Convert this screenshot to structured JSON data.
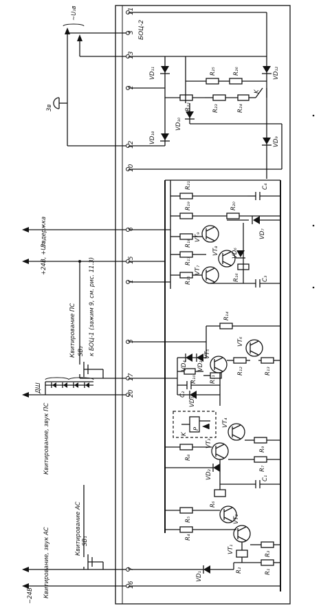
{
  "block_label": "БОЦ-2",
  "terminals": [
    "11",
    "3",
    "13",
    "2",
    "12",
    "10",
    "6",
    "15",
    "1",
    "5",
    "17",
    "20",
    "7",
    "16"
  ],
  "signals": {
    "delay": "Задержка",
    "supply_pos": "+24В, +Uп",
    "supply_neg": "−24В",
    "ack_ps": "Квитирование ПС",
    "ack_sound_ps": "Квитирование, звук ПС",
    "ack_as": "Квитирование АС",
    "ack_sound_as": "Квитирование, звук АС",
    "ref_note": "к БОЦ-1 (зажим 9, см. рис. 11.3)",
    "u_out": "~U₃в",
    "buzzer": "3в",
    "dsh": "ДШ"
  },
  "components": {
    "resistors": [
      "R1",
      "R2",
      "R3",
      "R4",
      "R5",
      "R6",
      "R7",
      "R8",
      "R9",
      "R10",
      "R11",
      "R12",
      "R13",
      "R14",
      "R15",
      "R16",
      "R17",
      "R18",
      "R19",
      "R20",
      "R21",
      "R22",
      "R23",
      "R24",
      "R25",
      "R26"
    ],
    "transistors": [
      "VT1",
      "VT2",
      "VT3",
      "VT4",
      "VT5",
      "VT6",
      "VT7",
      "VT8",
      "VT9"
    ],
    "diodes": [
      "VD1",
      "VD2",
      "VD3",
      "VD4",
      "VD5",
      "VD6",
      "VD7",
      "VD8",
      "VD9",
      "VD10",
      "VD11",
      "VD12"
    ],
    "capacitors": [
      "C1",
      "C2",
      "C3",
      "C4"
    ],
    "relay": [
      "K",
      "P"
    ],
    "switches": [
      "SB1",
      "SB2"
    ],
    "switch_contact": "K"
  }
}
